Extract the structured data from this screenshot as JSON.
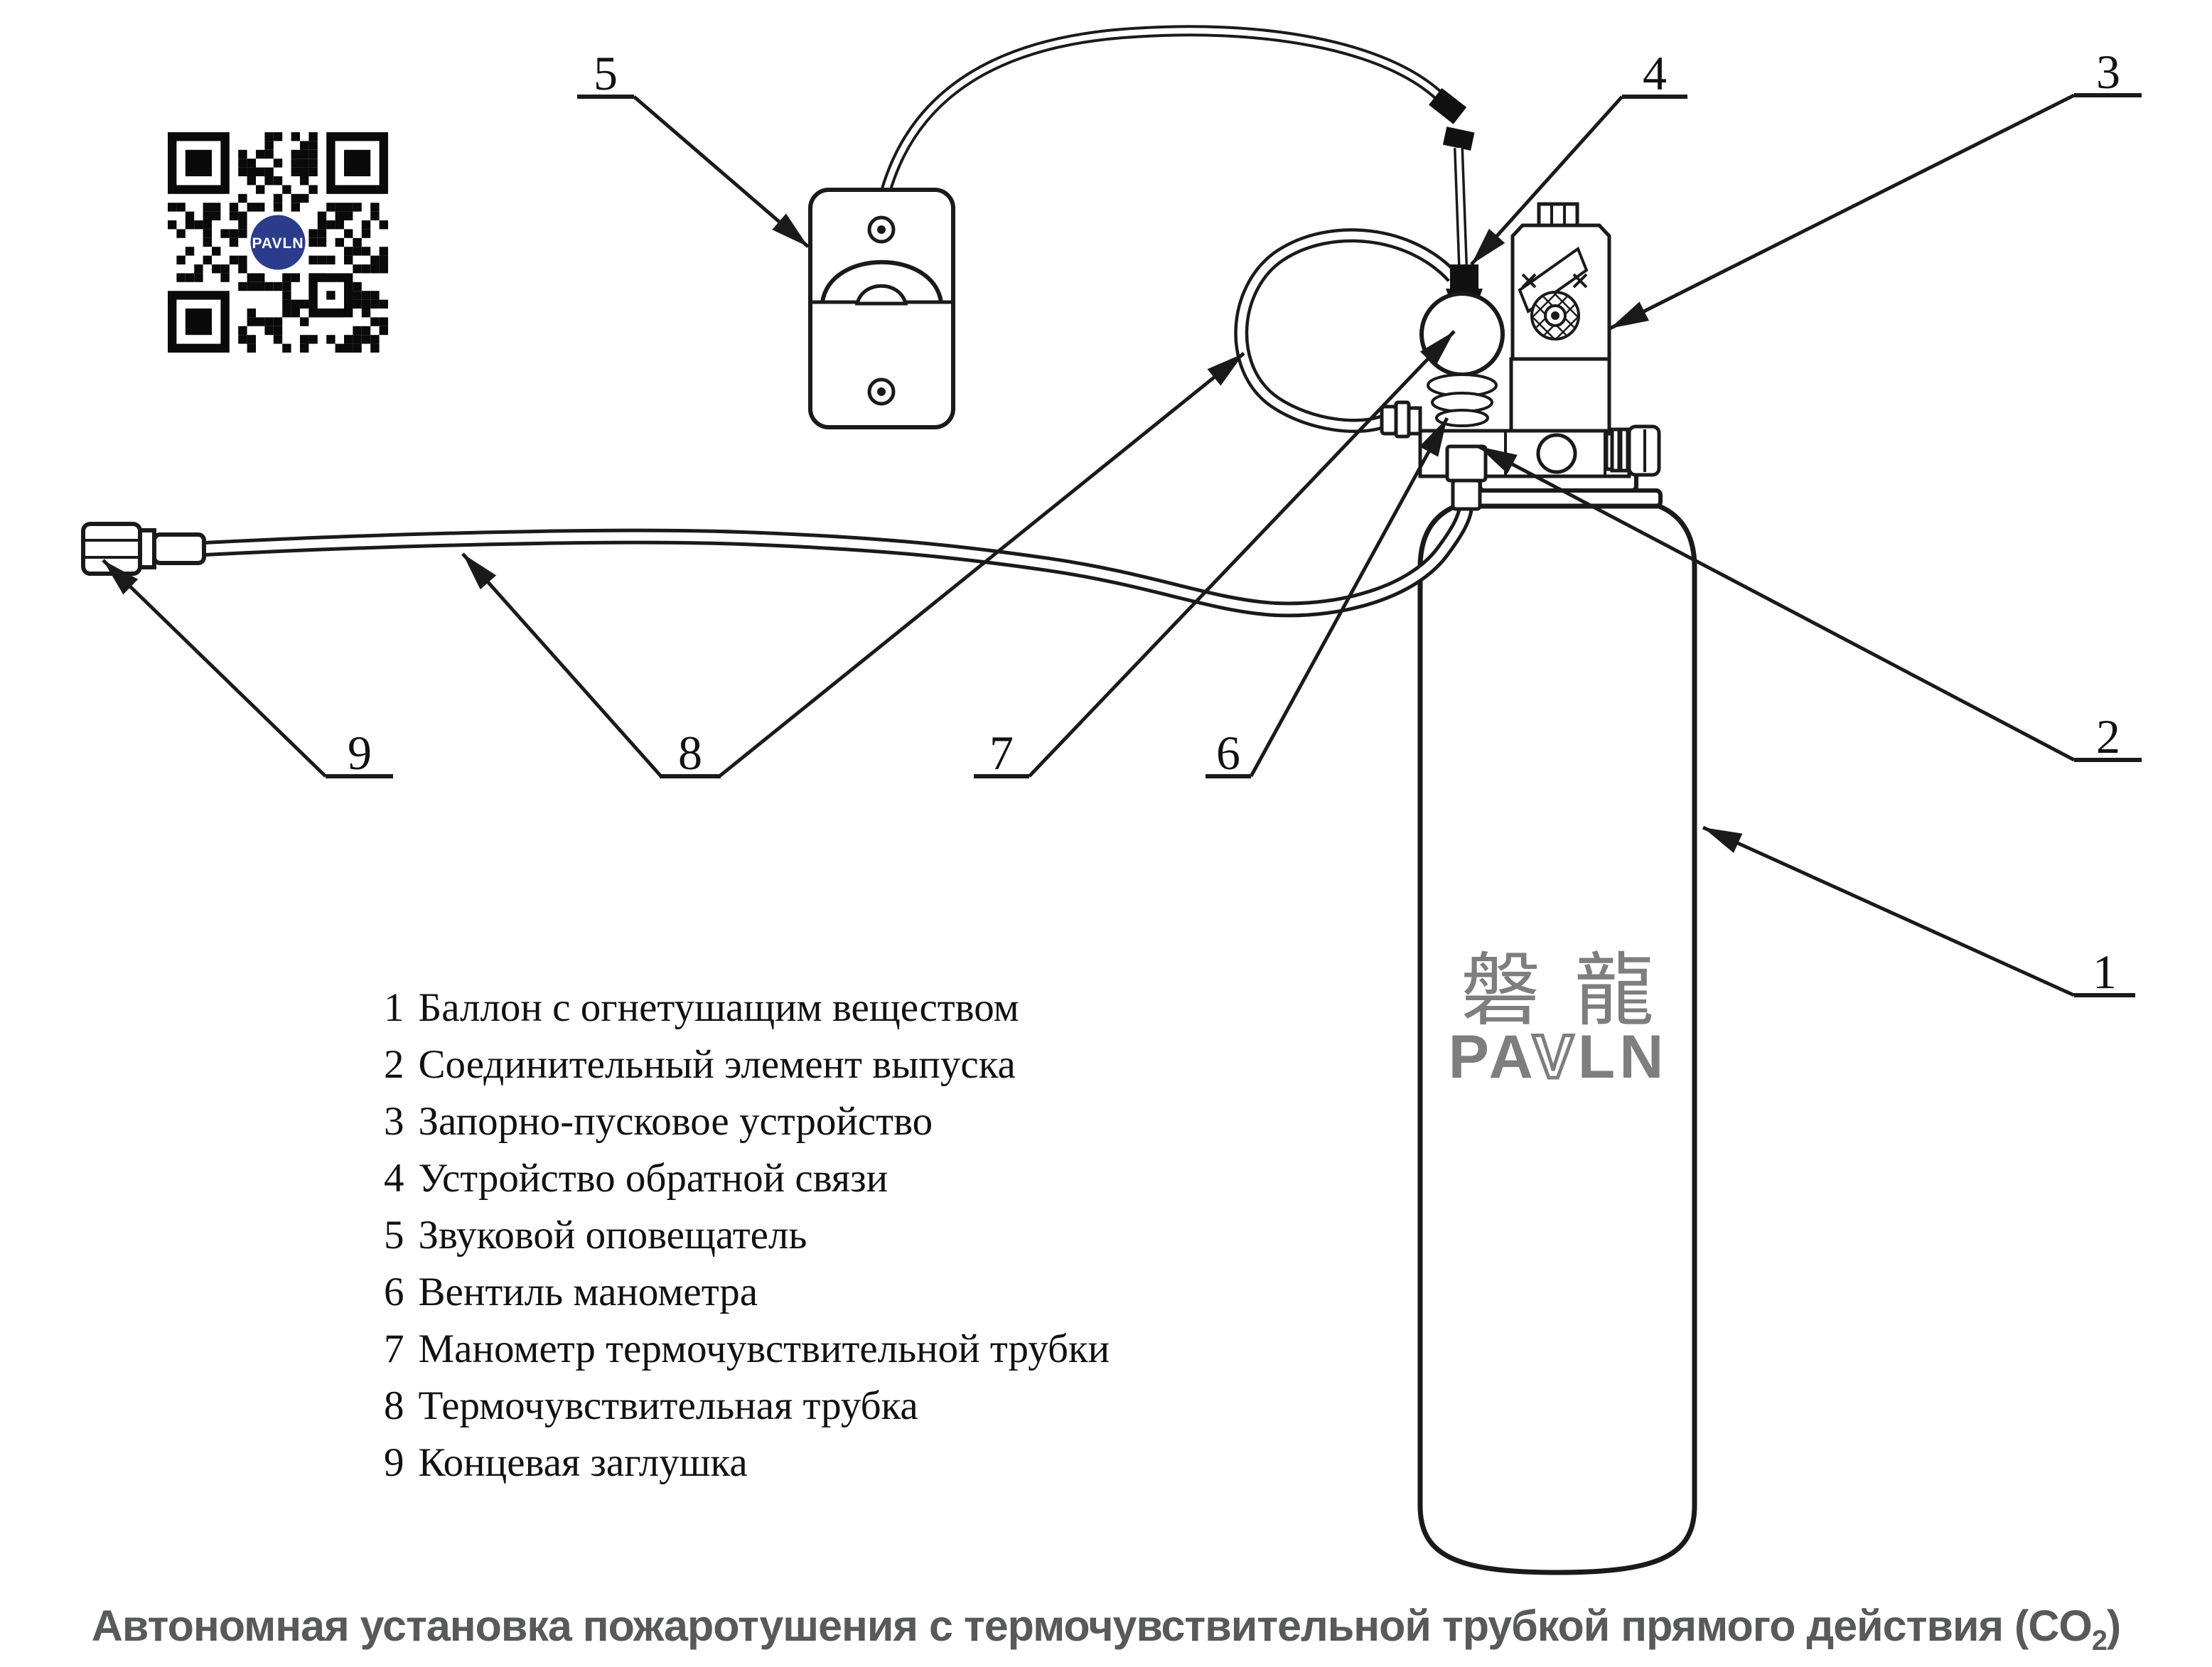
{
  "title": {
    "pre": "Автономная установка пожаротушения с термочувствительной трубкой прямого действия (CO",
    "sub": "2",
    "post": ")"
  },
  "legend": {
    "items": [
      {
        "num": "1",
        "text": "Баллон с огнетушащим веществом"
      },
      {
        "num": "2",
        "text": "Соединительный элемент выпуска"
      },
      {
        "num": "3",
        "text": "Запорно-пусковое устройство"
      },
      {
        "num": "4",
        "text": "Устройство обратной связи"
      },
      {
        "num": "5",
        "text": "Звуковой оповещатель"
      },
      {
        "num": "6",
        "text": "Вентиль манометра"
      },
      {
        "num": "7",
        "text": "Манометр термочувствительной трубки"
      },
      {
        "num": "8",
        "text": "Термочувствительная трубка"
      },
      {
        "num": "9",
        "text": "Концевая заглушка"
      }
    ]
  },
  "qr": {
    "logo_text": "PAVLN"
  },
  "cylinder": {
    "brand_cn": "磐龍",
    "brand_parts": [
      "PA",
      "V",
      "LN"
    ]
  },
  "colors": {
    "line": "#1a1a1a",
    "navy": "#2b3c8c",
    "brand_gray": "#7e7e7e",
    "title_gray": "#58595b"
  }
}
